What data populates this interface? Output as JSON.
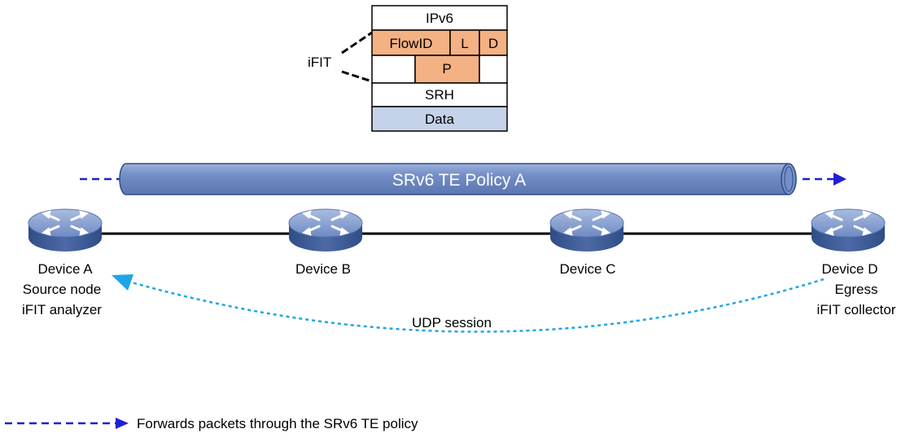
{
  "header": {
    "ifit_label": "iFIT",
    "rows": {
      "ipv6": "IPv6",
      "flowid": "FlowID",
      "l": "L",
      "d": "D",
      "p": "P",
      "srh": "SRH",
      "data": "Data"
    }
  },
  "tunnel": {
    "label": "SRv6 TE Policy A"
  },
  "devices": [
    {
      "name": "Device A",
      "role_lines": [
        "Source node",
        "iFIT analyzer"
      ]
    },
    {
      "name": "Device B",
      "role_lines": []
    },
    {
      "name": "Device C",
      "role_lines": []
    },
    {
      "name": "Device D",
      "role_lines": [
        "Egress",
        "iFIT collector"
      ]
    }
  ],
  "session": {
    "label": "UDP session"
  },
  "legend": {
    "forward_label": "Forwards packets through the SRv6 TE policy"
  },
  "colors": {
    "ifit_fill": "#f4b183",
    "data_fill": "#c5d3ea",
    "tube_fill": "#6f8cc6",
    "forward_arrow": "#1f1fd6",
    "udp_arrow": "#1ea6e6",
    "link": "#000000"
  }
}
